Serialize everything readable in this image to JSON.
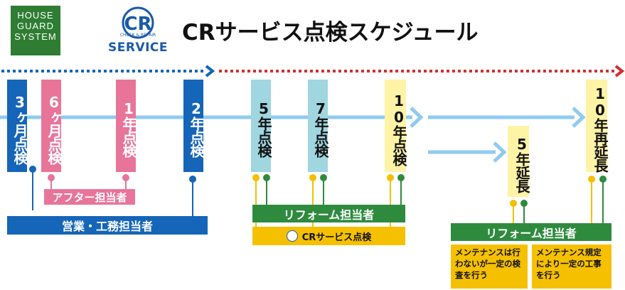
{
  "logo_hgs": {
    "lines": [
      "HOUSE",
      "GUARD",
      "SYSTEM"
    ]
  },
  "logo_cr": {
    "mark": "CR",
    "tagline": "CHECK & REPAIR",
    "service": "SERVICE"
  },
  "title": "CRサービス点検スケジュール",
  "colors": {
    "blue": "#1565b8",
    "red": "#d32f2f",
    "pink": "#e8749a",
    "green": "#2e8b3e",
    "aqua": "#9fd6e0",
    "light_yellow": "#fff3a6",
    "gold": "#f5c000",
    "sky": "#8fcbf0"
  },
  "inspections": {
    "m3": "3ヶ月点検",
    "m6": "6ヶ月点検",
    "y1": "1年点検",
    "y2": "2年点検",
    "y5": "5年点検",
    "y7": "7年点検",
    "y10": "10年点検",
    "ext5": "5年延長",
    "ext10": "10年再延長"
  },
  "bars": {
    "after": "アフター担当者",
    "sales": "営業・工務担当者",
    "reform1": "リフォーム担当者",
    "cr_check": "CRサービス点検",
    "reform2": "リフォーム担当者"
  },
  "notes": {
    "left": "メンテナンスは行わないが一定の検査を行う",
    "right": "メンテナンス規定により一定の工事を行う"
  }
}
